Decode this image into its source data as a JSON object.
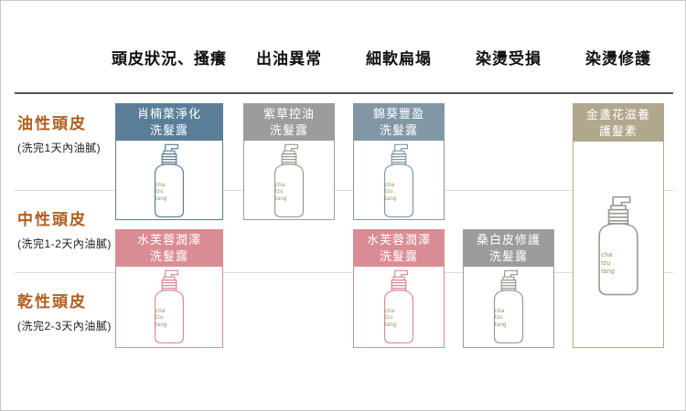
{
  "matrix": {
    "columns": [
      {
        "label": "頭皮狀況、搔癢"
      },
      {
        "label": "出油異常"
      },
      {
        "label": "細軟扁塌"
      },
      {
        "label": "染燙受損"
      },
      {
        "label": "染燙修護"
      }
    ],
    "rows": [
      {
        "label": "油性頭皮",
        "sublabel": "(洗完1天內油膩)"
      },
      {
        "label": "中性頭皮",
        "sublabel": "(洗完1-2天內油膩)"
      },
      {
        "label": "乾性頭皮",
        "sublabel": "(洗完2-3天內油膩)"
      }
    ]
  },
  "products": [
    {
      "name": "肖楠葉淨化\n洗髮露",
      "column": "頭皮狀況、搔癢",
      "scalp_types": [
        "油性頭皮",
        "中性頭皮"
      ],
      "color": "#5a7e98"
    },
    {
      "name": "紫草控油\n洗髮露",
      "column": "出油異常",
      "scalp_types": [
        "油性頭皮",
        "中性頭皮"
      ],
      "color": "#9c9c9c"
    },
    {
      "name": "錦葵豐盈\n洗髮露",
      "column": "細軟扁塌",
      "scalp_types": [
        "油性頭皮",
        "中性頭皮"
      ],
      "color": "#8297a6"
    },
    {
      "name": "水芙蓉潤澤\n洗髮露",
      "column": "頭皮狀況、搔癢",
      "scalp_types": [
        "中性頭皮",
        "乾性頭皮"
      ],
      "color": "#d98c94"
    },
    {
      "name": "水芙蓉潤澤\n洗髮露",
      "column": "細軟扁塌",
      "scalp_types": [
        "中性頭皮",
        "乾性頭皮"
      ],
      "color": "#d98c94"
    },
    {
      "name": "桑白皮修護\n洗髮露",
      "column": "染燙受損",
      "scalp_types": [
        "中性頭皮",
        "乾性頭皮"
      ],
      "color": "#9c9c9c"
    },
    {
      "name": "金盞花滋養\n護髮素",
      "column": "染燙修護",
      "scalp_types": [
        "油性頭皮",
        "中性頭皮",
        "乾性頭皮"
      ],
      "color": "#b1a78c"
    }
  ],
  "bottle": {
    "brand_text": "cha\ntzu\ntang",
    "brand_color": "#7f9b5e"
  },
  "colors": {
    "row_label_accent": "#b05e1f",
    "header_text": "#111111",
    "dark_rule": "#555555",
    "light_rule": "#dcdcdc",
    "card_blue": "#5a7e98",
    "card_gray": "#9c9c9c",
    "card_slate": "#8297a6",
    "card_pink": "#d98c94",
    "card_tan": "#b1a78c"
  }
}
